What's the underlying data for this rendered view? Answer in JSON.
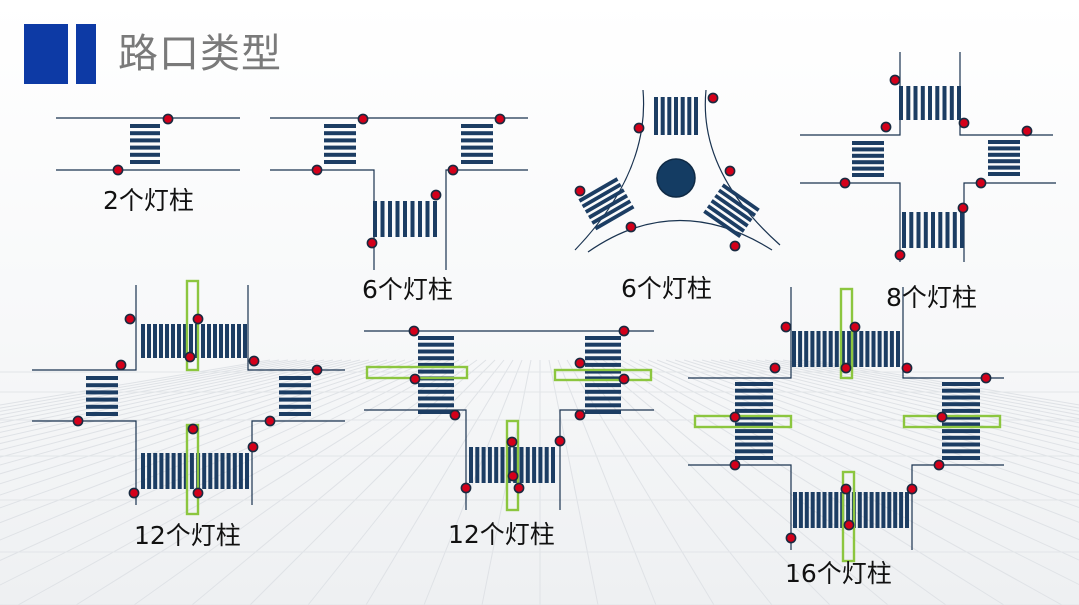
{
  "page": {
    "title": "路口类型"
  },
  "colors": {
    "accent": "#0d3aa5",
    "road": "#1a3350",
    "crosswalk": "#1c3d63",
    "pole_fill": "#d4001a",
    "pole_ring": "#1a2a40",
    "highlight": "#8cc63f"
  },
  "intersections": [
    {
      "caption": "2个灯柱",
      "poles": 2
    },
    {
      "caption": "6个灯柱",
      "poles": 6
    },
    {
      "caption": "6个灯柱",
      "poles": 6
    },
    {
      "caption": "8个灯柱",
      "poles": 8
    },
    {
      "caption": "12个灯柱",
      "poles": 12
    },
    {
      "caption": "12个灯柱",
      "poles": 12
    },
    {
      "caption": "16个灯柱",
      "poles": 16
    }
  ]
}
